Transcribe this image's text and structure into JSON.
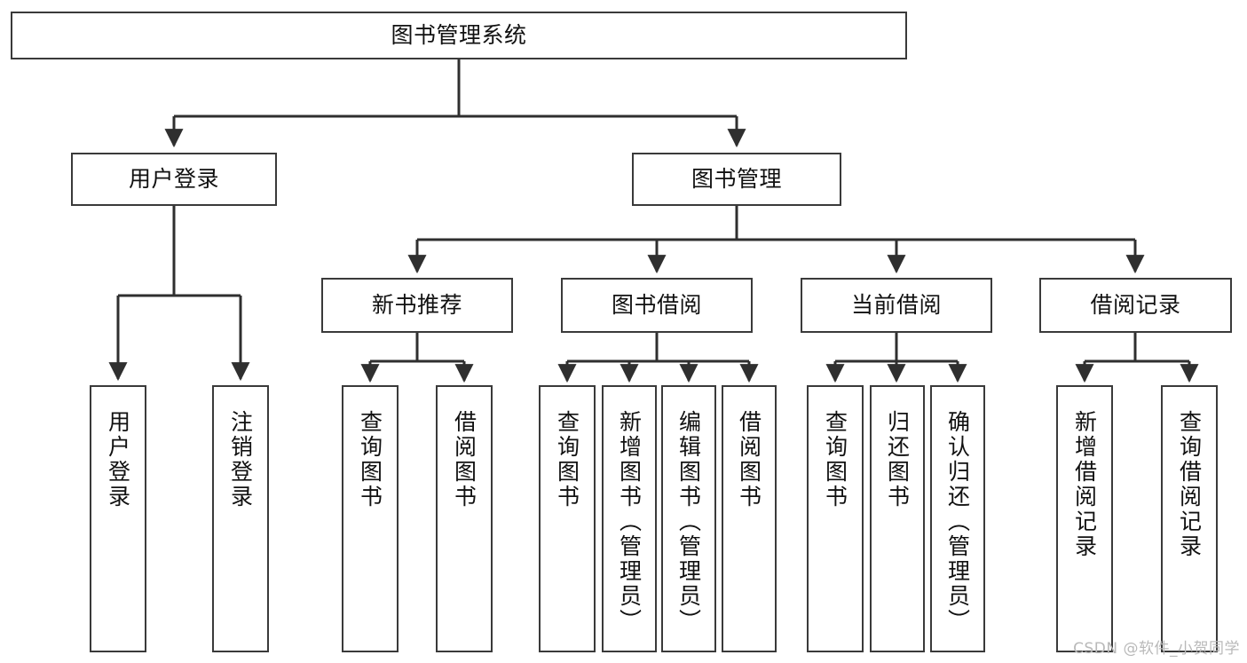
{
  "diagram": {
    "type": "tree-hierarchy",
    "title": "图书管理系统",
    "watermark": "CSDN @软件_小贺同学",
    "colors": {
      "box_border": "#3a3a3a",
      "box_fill": "#ffffff",
      "connector": "#2f2f2f",
      "background": "#ffffff",
      "watermark": "#b9b9b9"
    },
    "root": {
      "label": "图书管理系统"
    },
    "level2": [
      {
        "label": "用户登录"
      },
      {
        "label": "图书管理"
      }
    ],
    "level3": [
      {
        "label": "新书推荐"
      },
      {
        "label": "图书借阅"
      },
      {
        "label": "当前借阅"
      },
      {
        "label": "借阅记录"
      }
    ],
    "leaves": {
      "user_login": [
        {
          "label": "用户登录"
        },
        {
          "label": "注销登录"
        }
      ],
      "new_book_recommend": [
        {
          "label": "查询图书"
        },
        {
          "label": "借阅图书"
        }
      ],
      "book_borrow": [
        {
          "label": "查询图书"
        },
        {
          "label": "新增图书（管理员）"
        },
        {
          "label": "编辑图书（管理员）"
        },
        {
          "label": "借阅图书"
        }
      ],
      "current_borrow": [
        {
          "label": "查询图书"
        },
        {
          "label": "归还图书"
        },
        {
          "label": "确认归还（管理员）"
        }
      ],
      "borrow_record": [
        {
          "label": "新增借阅记录"
        },
        {
          "label": "查询借阅记录"
        }
      ]
    }
  }
}
